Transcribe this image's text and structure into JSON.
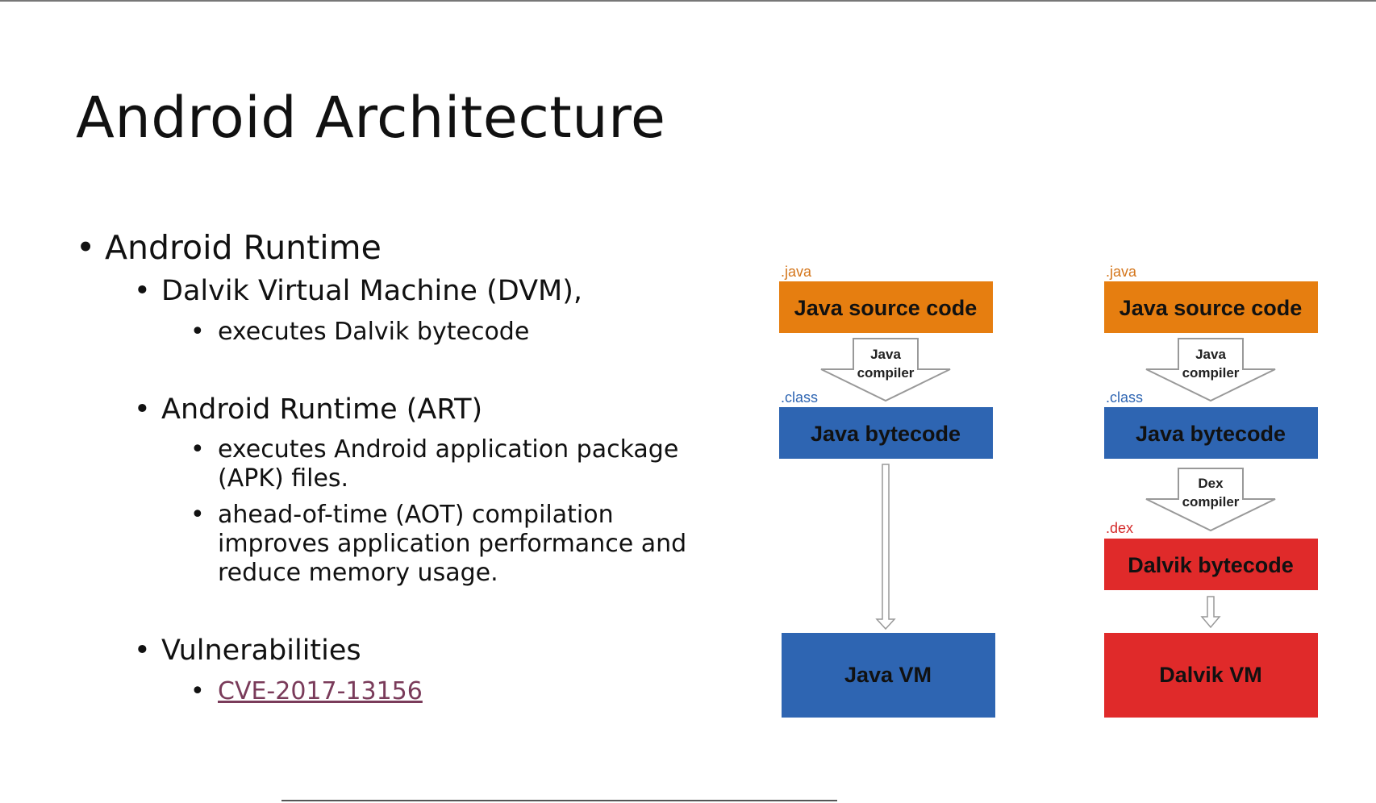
{
  "slide": {
    "title": "Android Architecture",
    "bullets": {
      "runtime": "Android Runtime",
      "dvm": "Dalvik Virtual Machine (DVM),",
      "dvm_sub": "executes Dalvik bytecode",
      "art": "Android Runtime (ART)",
      "art_sub1_line1": "executes Android application package",
      "art_sub1_line2": "(APK) files.",
      "art_sub2_line1": "ahead-of-time (AOT) compilation",
      "art_sub2_line2": "improves application performance and",
      "art_sub2_line3": "reduce memory usage.",
      "vuln": "Vulnerabilities",
      "vuln_link": "CVE-2017-13156"
    }
  },
  "diagram": {
    "left": {
      "ext_java": ".java",
      "source": "Java source code",
      "compiler_line1": "Java",
      "compiler_line2": "compiler",
      "ext_class": ".class",
      "bytecode": "Java bytecode",
      "vm": "Java VM"
    },
    "right": {
      "ext_java": ".java",
      "source": "Java source code",
      "compiler_line1": "Java",
      "compiler_line2": "compiler",
      "ext_class": ".class",
      "bytecode": "Java bytecode",
      "dex_line1": "Dex",
      "dex_line2": "compiler",
      "ext_dex": ".dex",
      "dalvik_bytecode": "Dalvik bytecode",
      "vm": "Dalvik VM"
    },
    "colors": {
      "orange": "#E67E10",
      "blue": "#2E65B2",
      "red": "#E02A2A",
      "ext_orange": "#D4751A",
      "ext_blue": "#2E65B2",
      "ext_red": "#D42A2A"
    }
  }
}
